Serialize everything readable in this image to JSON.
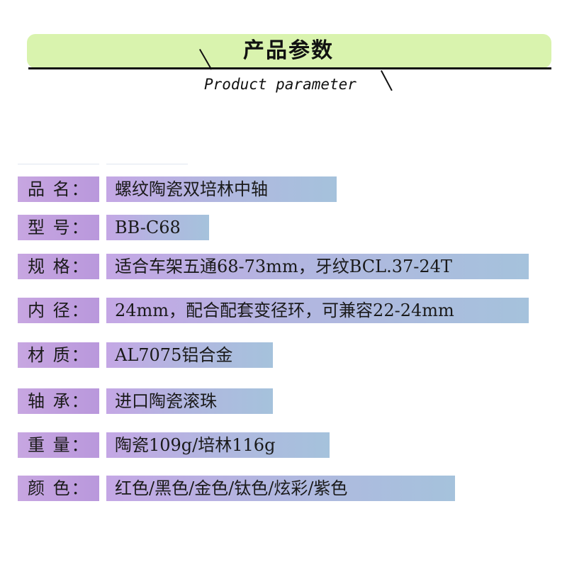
{
  "header": {
    "title": "产品参数",
    "subtitle": "Product parameter"
  },
  "colors": {
    "banner": "#d9f3ae",
    "label_bg": "#c7a6e1",
    "value_bg_start": "#c4a7e5",
    "value_bg_end": "#a5c2dc"
  },
  "specs": [
    {
      "label": "品 名：",
      "value": "螺纹陶瓷双培林中轴"
    },
    {
      "label": "型 号：",
      "value": "BB-C68"
    },
    {
      "label": "规 格：",
      "value": "适合车架五通68-73mm，牙纹BCL.37-24T"
    },
    {
      "label": "内 径：",
      "value": "24mm，配合配套变径环，可兼容22-24mm"
    },
    {
      "label": "材 质：",
      "value": "AL7075铝合金"
    },
    {
      "label": "轴 承：",
      "value": "进口陶瓷滚珠"
    },
    {
      "label": "重 量：",
      "value": "陶瓷109g/培林116g"
    },
    {
      "label": "颜 色：",
      "value": "红色/黑色/金色/钛色/炫彩/紫色"
    }
  ]
}
